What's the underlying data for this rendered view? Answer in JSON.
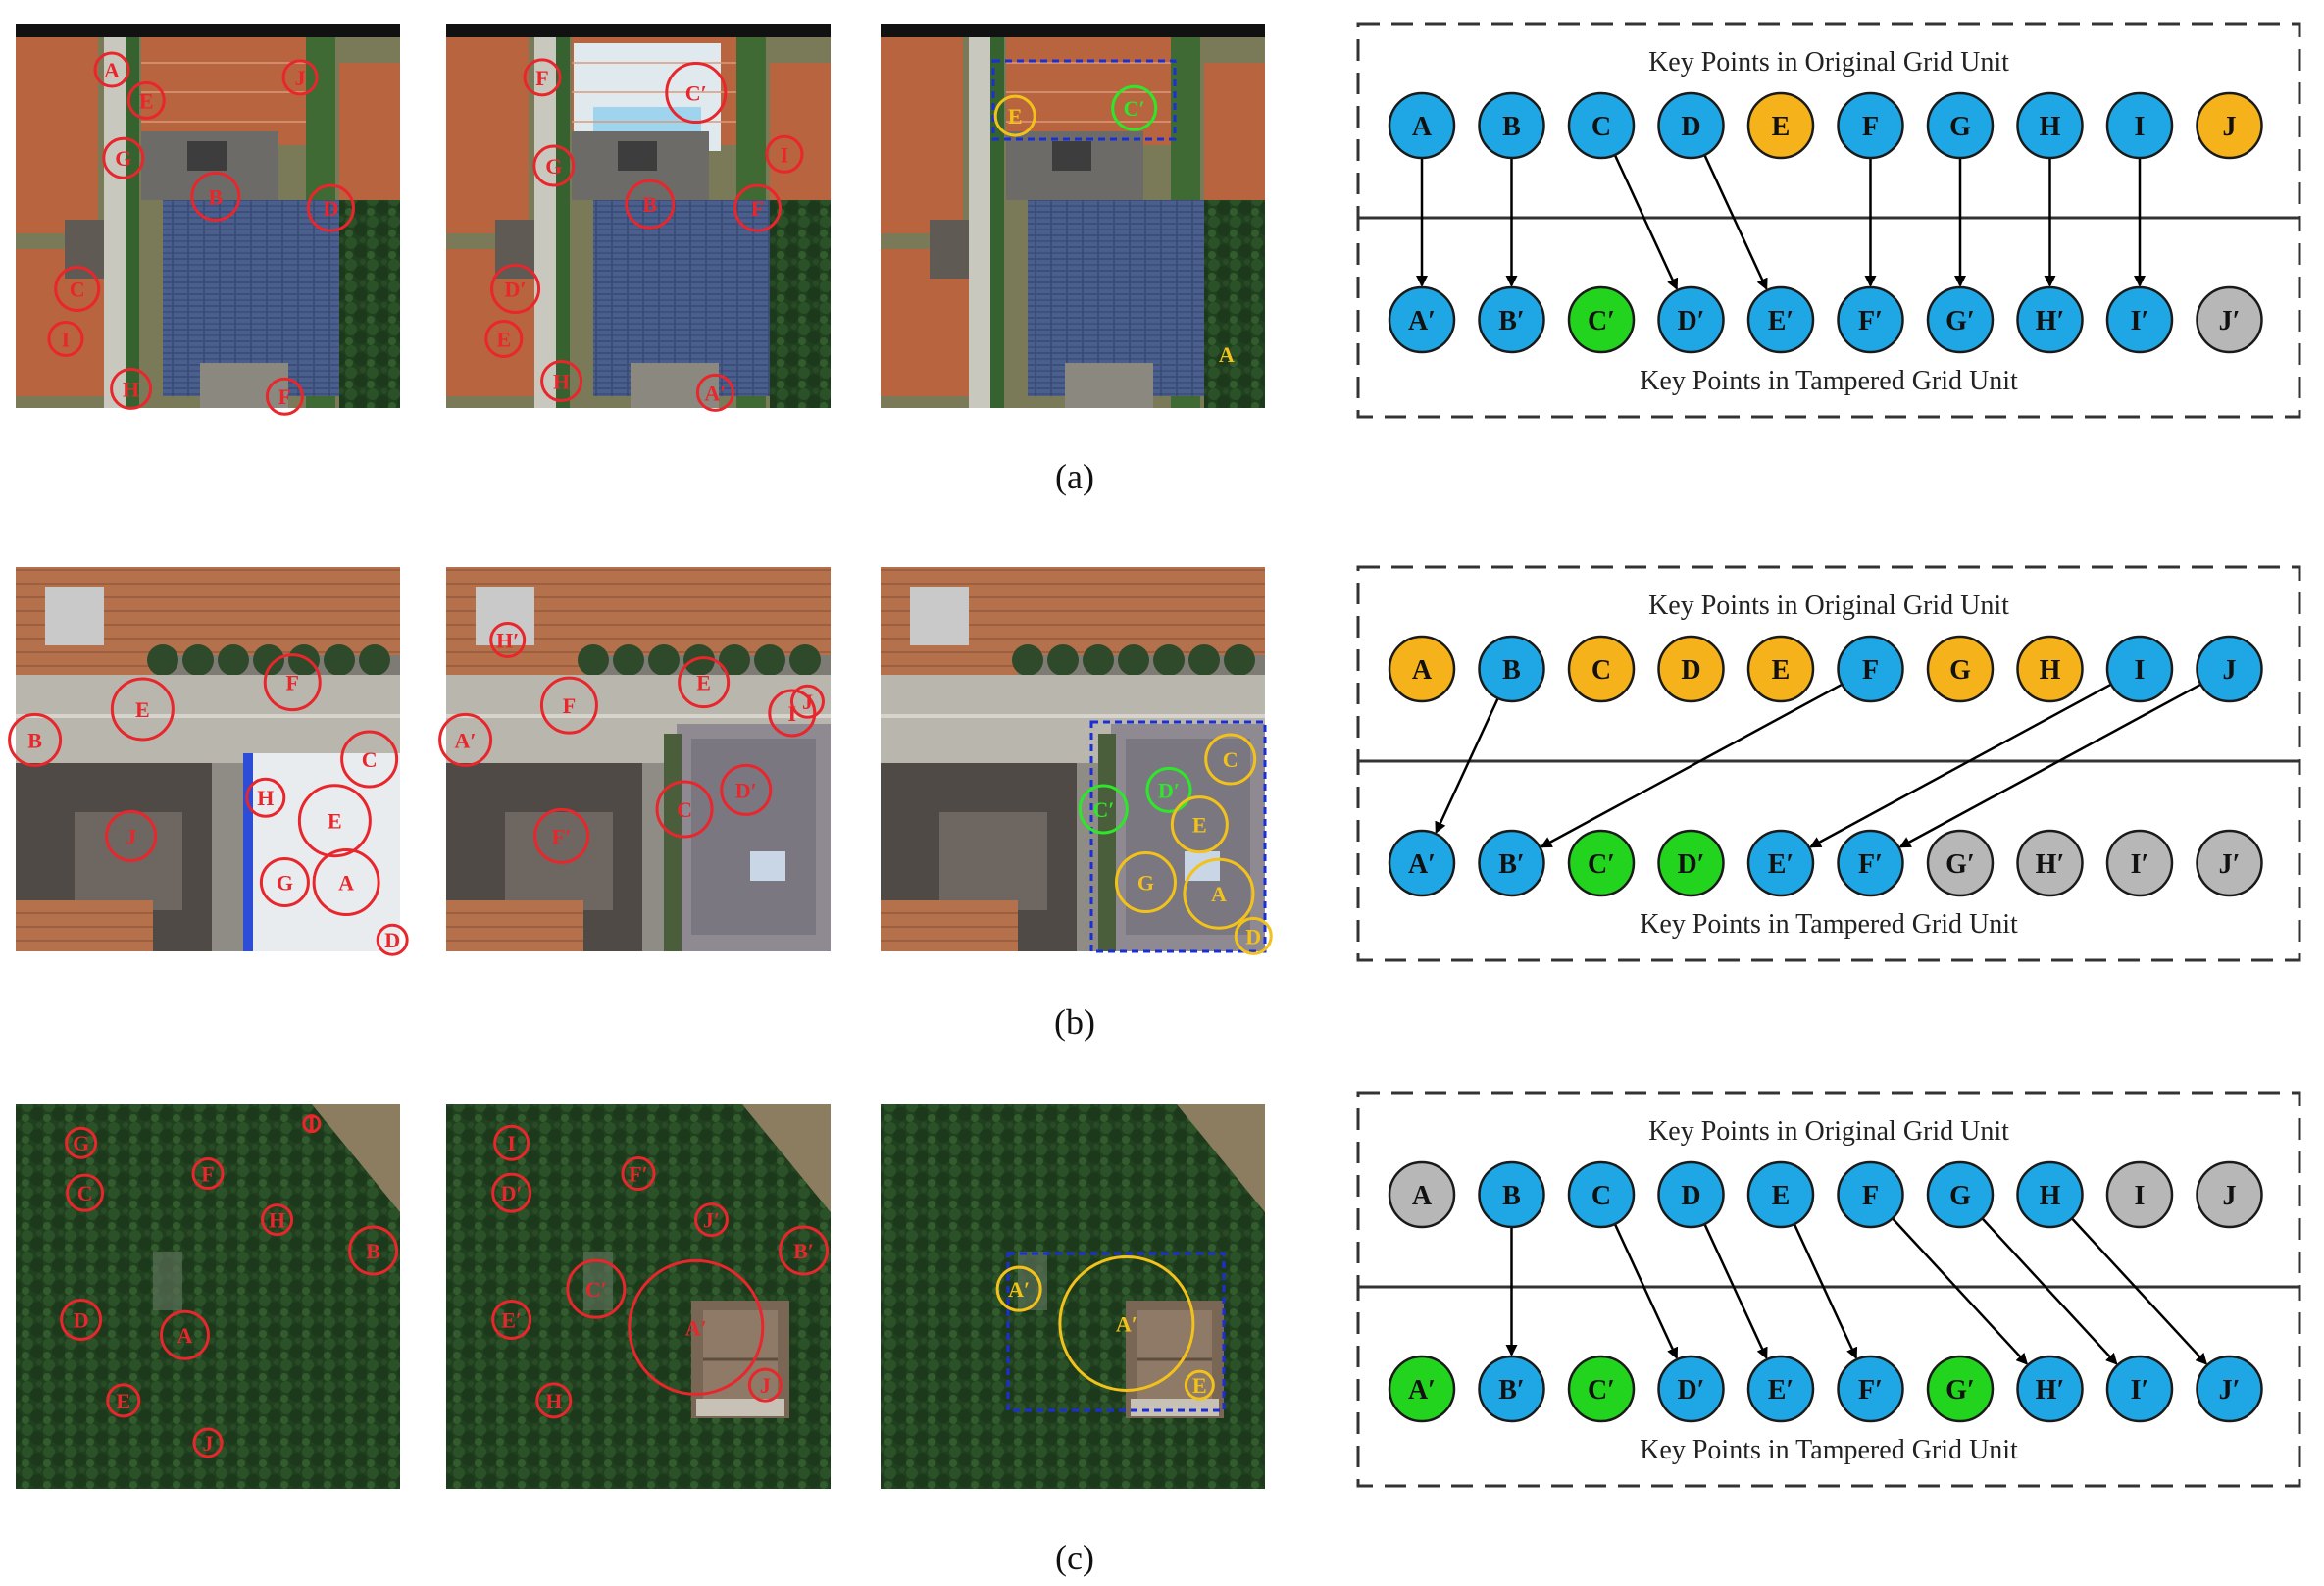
{
  "colors": {
    "blue": "#1ea7e4",
    "orange": "#f5b21b",
    "green": "#22d41e",
    "gray": "#b7b7b7",
    "red_marker": "#e8262b",
    "yellow_marker": "#f2c21a",
    "green_marker": "#2ee62a",
    "box_dashed": "#1b2fd6"
  },
  "diagram_titles": {
    "top": "Key Points in Original Grid Unit",
    "bottom": "Key Points in Tampered Grid Unit"
  },
  "panels": [
    {
      "caption": "(a)",
      "scene": "tennis-courts-aerial",
      "original": [
        {
          "label": "A",
          "state": "blue"
        },
        {
          "label": "B",
          "state": "blue"
        },
        {
          "label": "C",
          "state": "blue"
        },
        {
          "label": "D",
          "state": "blue"
        },
        {
          "label": "E",
          "state": "orange"
        },
        {
          "label": "F",
          "state": "blue"
        },
        {
          "label": "G",
          "state": "blue"
        },
        {
          "label": "H",
          "state": "blue"
        },
        {
          "label": "I",
          "state": "blue"
        },
        {
          "label": "J",
          "state": "orange"
        }
      ],
      "tampered": [
        {
          "label": "A′",
          "state": "blue"
        },
        {
          "label": "B′",
          "state": "blue"
        },
        {
          "label": "C′",
          "state": "green"
        },
        {
          "label": "D′",
          "state": "blue"
        },
        {
          "label": "E′",
          "state": "blue"
        },
        {
          "label": "F′",
          "state": "blue"
        },
        {
          "label": "G′",
          "state": "blue"
        },
        {
          "label": "H′",
          "state": "blue"
        },
        {
          "label": "I′",
          "state": "blue"
        },
        {
          "label": "J′",
          "state": "gray"
        }
      ],
      "matches": [
        [
          0,
          0
        ],
        [
          1,
          1
        ],
        [
          2,
          3
        ],
        [
          3,
          4
        ],
        [
          5,
          5
        ],
        [
          6,
          6
        ],
        [
          7,
          7
        ],
        [
          8,
          8
        ]
      ]
    },
    {
      "caption": "(b)",
      "scene": "street-buildings-aerial",
      "original": [
        {
          "label": "A",
          "state": "orange"
        },
        {
          "label": "B",
          "state": "blue"
        },
        {
          "label": "C",
          "state": "orange"
        },
        {
          "label": "D",
          "state": "orange"
        },
        {
          "label": "E",
          "state": "orange"
        },
        {
          "label": "F",
          "state": "blue"
        },
        {
          "label": "G",
          "state": "orange"
        },
        {
          "label": "H",
          "state": "orange"
        },
        {
          "label": "I",
          "state": "blue"
        },
        {
          "label": "J",
          "state": "blue"
        }
      ],
      "tampered": [
        {
          "label": "A′",
          "state": "blue"
        },
        {
          "label": "B′",
          "state": "blue"
        },
        {
          "label": "C′",
          "state": "green"
        },
        {
          "label": "D′",
          "state": "green"
        },
        {
          "label": "E′",
          "state": "blue"
        },
        {
          "label": "F′",
          "state": "blue"
        },
        {
          "label": "G′",
          "state": "gray"
        },
        {
          "label": "H′",
          "state": "gray"
        },
        {
          "label": "I′",
          "state": "gray"
        },
        {
          "label": "J′",
          "state": "gray"
        }
      ],
      "matches": [
        [
          1,
          0
        ],
        [
          5,
          1
        ],
        [
          8,
          4
        ],
        [
          9,
          5
        ]
      ]
    },
    {
      "caption": "(c)",
      "scene": "forest-aerial",
      "original": [
        {
          "label": "A",
          "state": "gray"
        },
        {
          "label": "B",
          "state": "blue"
        },
        {
          "label": "C",
          "state": "blue"
        },
        {
          "label": "D",
          "state": "blue"
        },
        {
          "label": "E",
          "state": "blue"
        },
        {
          "label": "F",
          "state": "blue"
        },
        {
          "label": "G",
          "state": "blue"
        },
        {
          "label": "H",
          "state": "blue"
        },
        {
          "label": "I",
          "state": "gray"
        },
        {
          "label": "J",
          "state": "gray"
        }
      ],
      "tampered": [
        {
          "label": "A′",
          "state": "green"
        },
        {
          "label": "B′",
          "state": "blue"
        },
        {
          "label": "C′",
          "state": "green"
        },
        {
          "label": "D′",
          "state": "blue"
        },
        {
          "label": "E′",
          "state": "blue"
        },
        {
          "label": "F′",
          "state": "blue"
        },
        {
          "label": "G′",
          "state": "green"
        },
        {
          "label": "H′",
          "state": "blue"
        },
        {
          "label": "I′",
          "state": "blue"
        },
        {
          "label": "J′",
          "state": "blue"
        }
      ],
      "matches": [
        [
          1,
          1
        ],
        [
          2,
          3
        ],
        [
          3,
          4
        ],
        [
          4,
          5
        ],
        [
          5,
          7
        ],
        [
          6,
          8
        ],
        [
          7,
          9
        ]
      ]
    }
  ],
  "photo_markers": [
    {
      "original": [
        {
          "t": "A",
          "c": "red"
        },
        {
          "t": "E",
          "c": "red"
        },
        {
          "t": "J",
          "c": "red"
        },
        {
          "t": "G",
          "c": "red"
        },
        {
          "t": "B",
          "c": "red"
        },
        {
          "t": "D",
          "c": "red"
        },
        {
          "t": "C",
          "c": "red"
        },
        {
          "t": "I",
          "c": "red"
        },
        {
          "t": "H",
          "c": "red"
        },
        {
          "t": "F",
          "c": "red"
        }
      ],
      "tampered": [
        {
          "t": "F",
          "c": "red"
        },
        {
          "t": "C′",
          "c": "red"
        },
        {
          "t": "G",
          "c": "red"
        },
        {
          "t": "B",
          "c": "red"
        },
        {
          "t": "I",
          "c": "red"
        },
        {
          "t": "F",
          "c": "red"
        },
        {
          "t": "D′",
          "c": "red"
        },
        {
          "t": "E",
          "c": "red"
        },
        {
          "t": "H",
          "c": "red"
        },
        {
          "t": "A′",
          "c": "red"
        }
      ],
      "detected": [
        {
          "t": "E",
          "c": "yellow"
        },
        {
          "t": "C′",
          "c": "green"
        },
        {
          "t": "A",
          "c": "yellow"
        }
      ]
    },
    {
      "original": [
        {
          "t": "F",
          "c": "red"
        },
        {
          "t": "E",
          "c": "red"
        },
        {
          "t": "B",
          "c": "red"
        },
        {
          "t": "C",
          "c": "red"
        },
        {
          "t": "H",
          "c": "red"
        },
        {
          "t": "E",
          "c": "red"
        },
        {
          "t": "J",
          "c": "red"
        },
        {
          "t": "G",
          "c": "red"
        },
        {
          "t": "A",
          "c": "red"
        },
        {
          "t": "D",
          "c": "red"
        }
      ],
      "tampered": [
        {
          "t": "H′",
          "c": "red"
        },
        {
          "t": "F",
          "c": "red"
        },
        {
          "t": "I",
          "c": "red"
        },
        {
          "t": "A′",
          "c": "red"
        },
        {
          "t": "E",
          "c": "red"
        },
        {
          "t": "J",
          "c": "red"
        },
        {
          "t": "F′",
          "c": "red"
        },
        {
          "t": "D′",
          "c": "red"
        },
        {
          "t": "C",
          "c": "red"
        }
      ],
      "detected": [
        {
          "t": "C",
          "c": "yellow"
        },
        {
          "t": "D′",
          "c": "green"
        },
        {
          "t": "C′",
          "c": "green"
        },
        {
          "t": "E",
          "c": "yellow"
        },
        {
          "t": "G",
          "c": "yellow"
        },
        {
          "t": "A",
          "c": "yellow"
        },
        {
          "t": "D",
          "c": "yellow"
        }
      ]
    },
    {
      "original": [
        {
          "t": "G",
          "c": "red"
        },
        {
          "t": "C",
          "c": "red"
        },
        {
          "t": "F",
          "c": "red"
        },
        {
          "t": "I",
          "c": "red"
        },
        {
          "t": "H",
          "c": "red"
        },
        {
          "t": "B",
          "c": "red"
        },
        {
          "t": "D",
          "c": "red"
        },
        {
          "t": "A",
          "c": "red"
        },
        {
          "t": "E",
          "c": "red"
        },
        {
          "t": "J",
          "c": "red"
        }
      ],
      "tampered": [
        {
          "t": "I",
          "c": "red"
        },
        {
          "t": "D′",
          "c": "red"
        },
        {
          "t": "F′",
          "c": "red"
        },
        {
          "t": "J′",
          "c": "red"
        },
        {
          "t": "B′",
          "c": "red"
        },
        {
          "t": "C′",
          "c": "red"
        },
        {
          "t": "E′",
          "c": "red"
        },
        {
          "t": "A′",
          "c": "red"
        },
        {
          "t": "J",
          "c": "red"
        },
        {
          "t": "H",
          "c": "red"
        }
      ],
      "detected": [
        {
          "t": "A′",
          "c": "yellow"
        },
        {
          "t": "A′",
          "c": "yellow"
        },
        {
          "t": "E",
          "c": "yellow"
        }
      ]
    }
  ]
}
